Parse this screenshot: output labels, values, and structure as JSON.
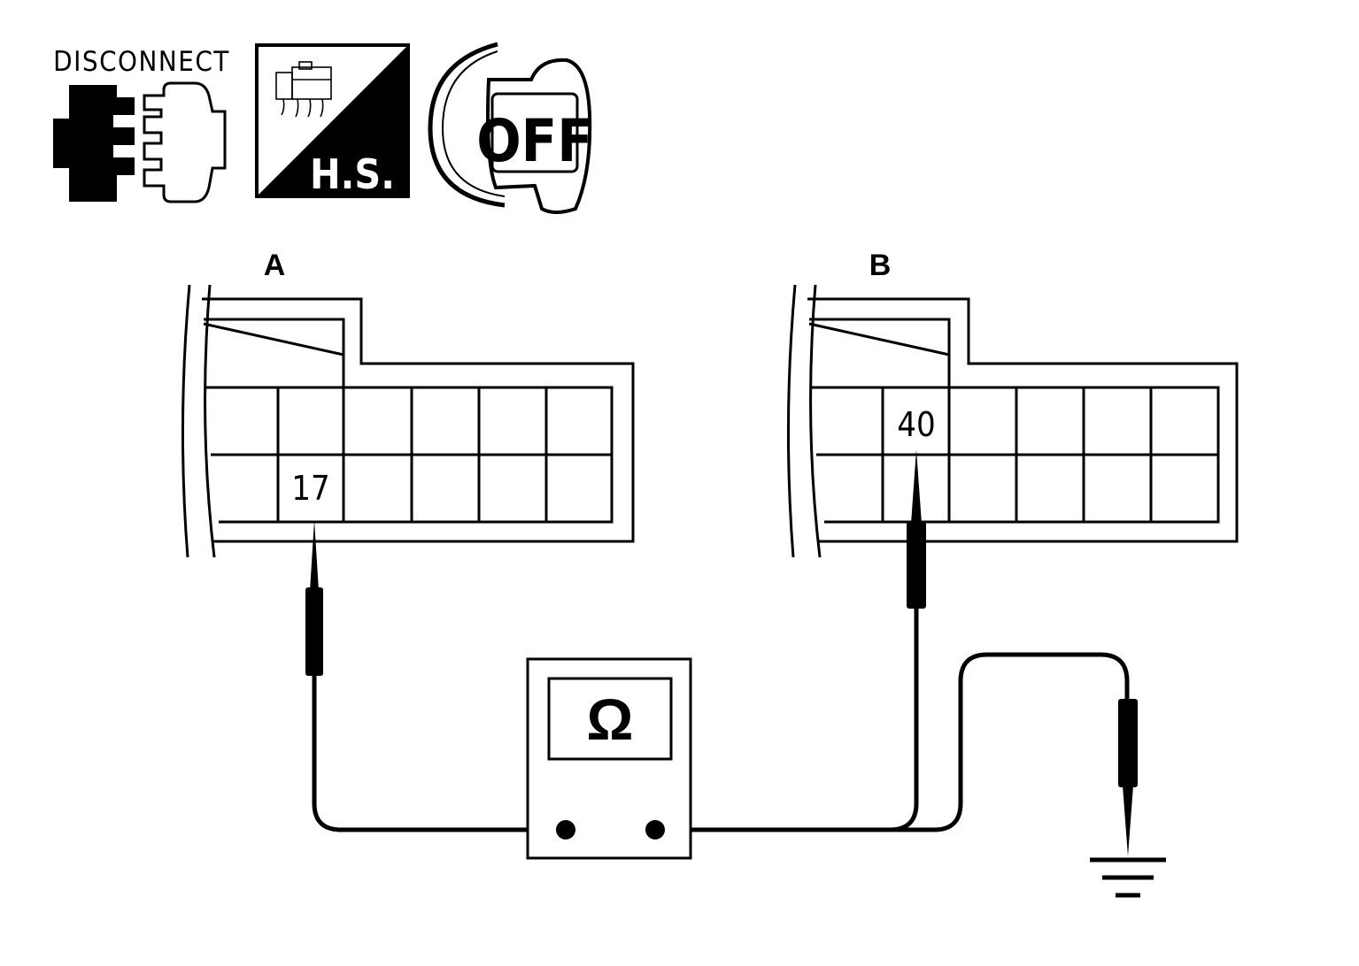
{
  "icons": {
    "disconnect_label": "DISCONNECT",
    "disconnect_icon": "connector-disconnect-icon",
    "harness_side_label": "H.S.",
    "harness_side_icon": "harness-side-icon",
    "ignition_label": "OFF",
    "ignition_icon": "ignition-key-off-icon"
  },
  "connectors": {
    "a": {
      "label": "A",
      "terminal": "17"
    },
    "b": {
      "label": "B",
      "terminal": "40"
    }
  },
  "meter": {
    "symbol": "Ω",
    "icon": "ohmmeter-icon"
  },
  "ground": {
    "icon": "ground-symbol-icon"
  },
  "colors": {
    "line": "#000000",
    "background": "#ffffff"
  }
}
